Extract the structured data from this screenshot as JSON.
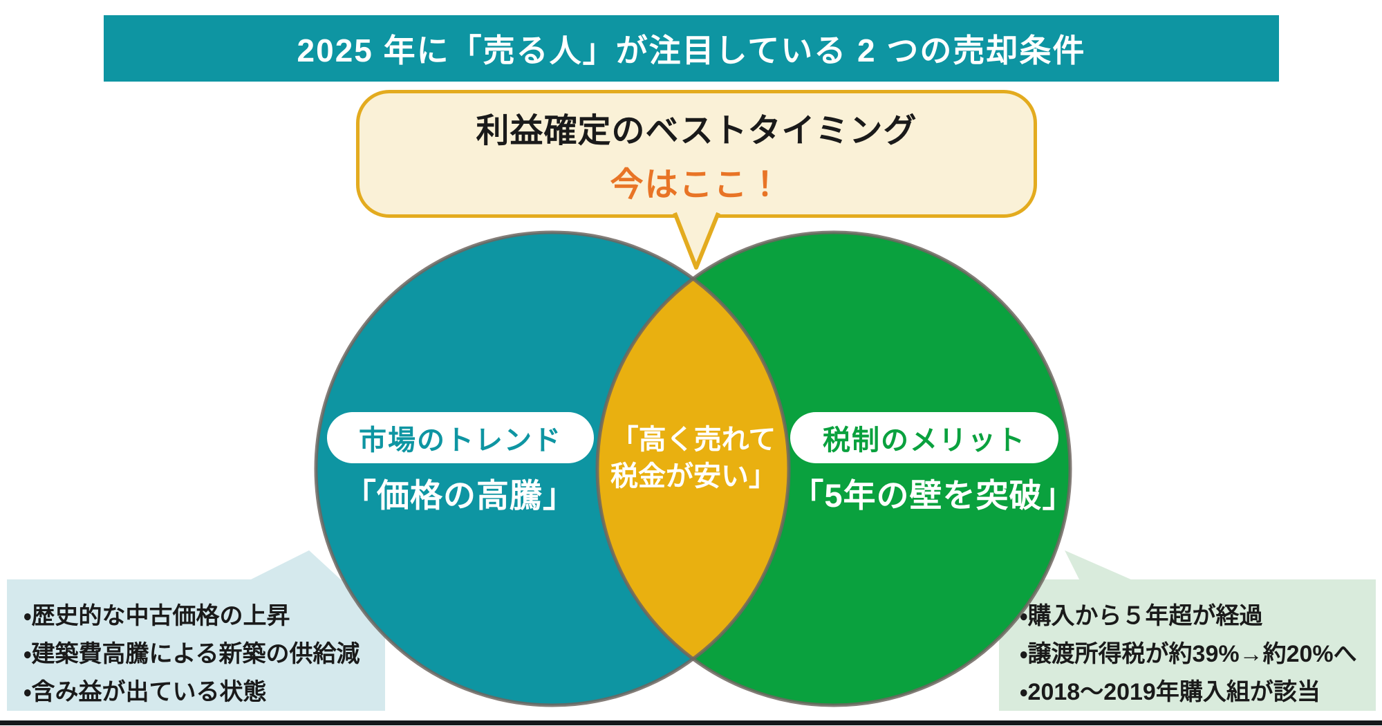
{
  "header": {
    "title": "2025 年に「売る人」が注目している 2 つの売却条件"
  },
  "bubble": {
    "line1": "利益確定のベストタイミング",
    "line2": "今はここ！"
  },
  "venn": {
    "left": {
      "pill": "市場のトレンド",
      "caption": "「価格の高騰」"
    },
    "center": {
      "line1": "「高く売れて",
      "line2": "税金が安い」"
    },
    "right": {
      "pill": "税制のメリット",
      "caption": "「5年の壁を突破」"
    }
  },
  "left_box": {
    "items": [
      "・歴史的な中古価格の上昇",
      "・建築費高騰による新築の供給減",
      "・含み益が出ている状態"
    ]
  },
  "right_box": {
    "items": [
      "・購入から５年超が経過",
      "・譲渡所得税が約39%→約20%へ",
      "・2018〜2019年購入組が該当"
    ]
  },
  "colors": {
    "teal": "#0E95A2",
    "green": "#0AA13E",
    "gold": "#E9B010",
    "stroke": "#6F6660",
    "bubble_bg": "#FAF1D7",
    "bubble_border": "#E3AB1F",
    "orange": "#E87426",
    "leftbox_bg": "#D5E9ED",
    "rightbox_bg": "#D9EBDC",
    "bar_bg": "#15191B"
  }
}
